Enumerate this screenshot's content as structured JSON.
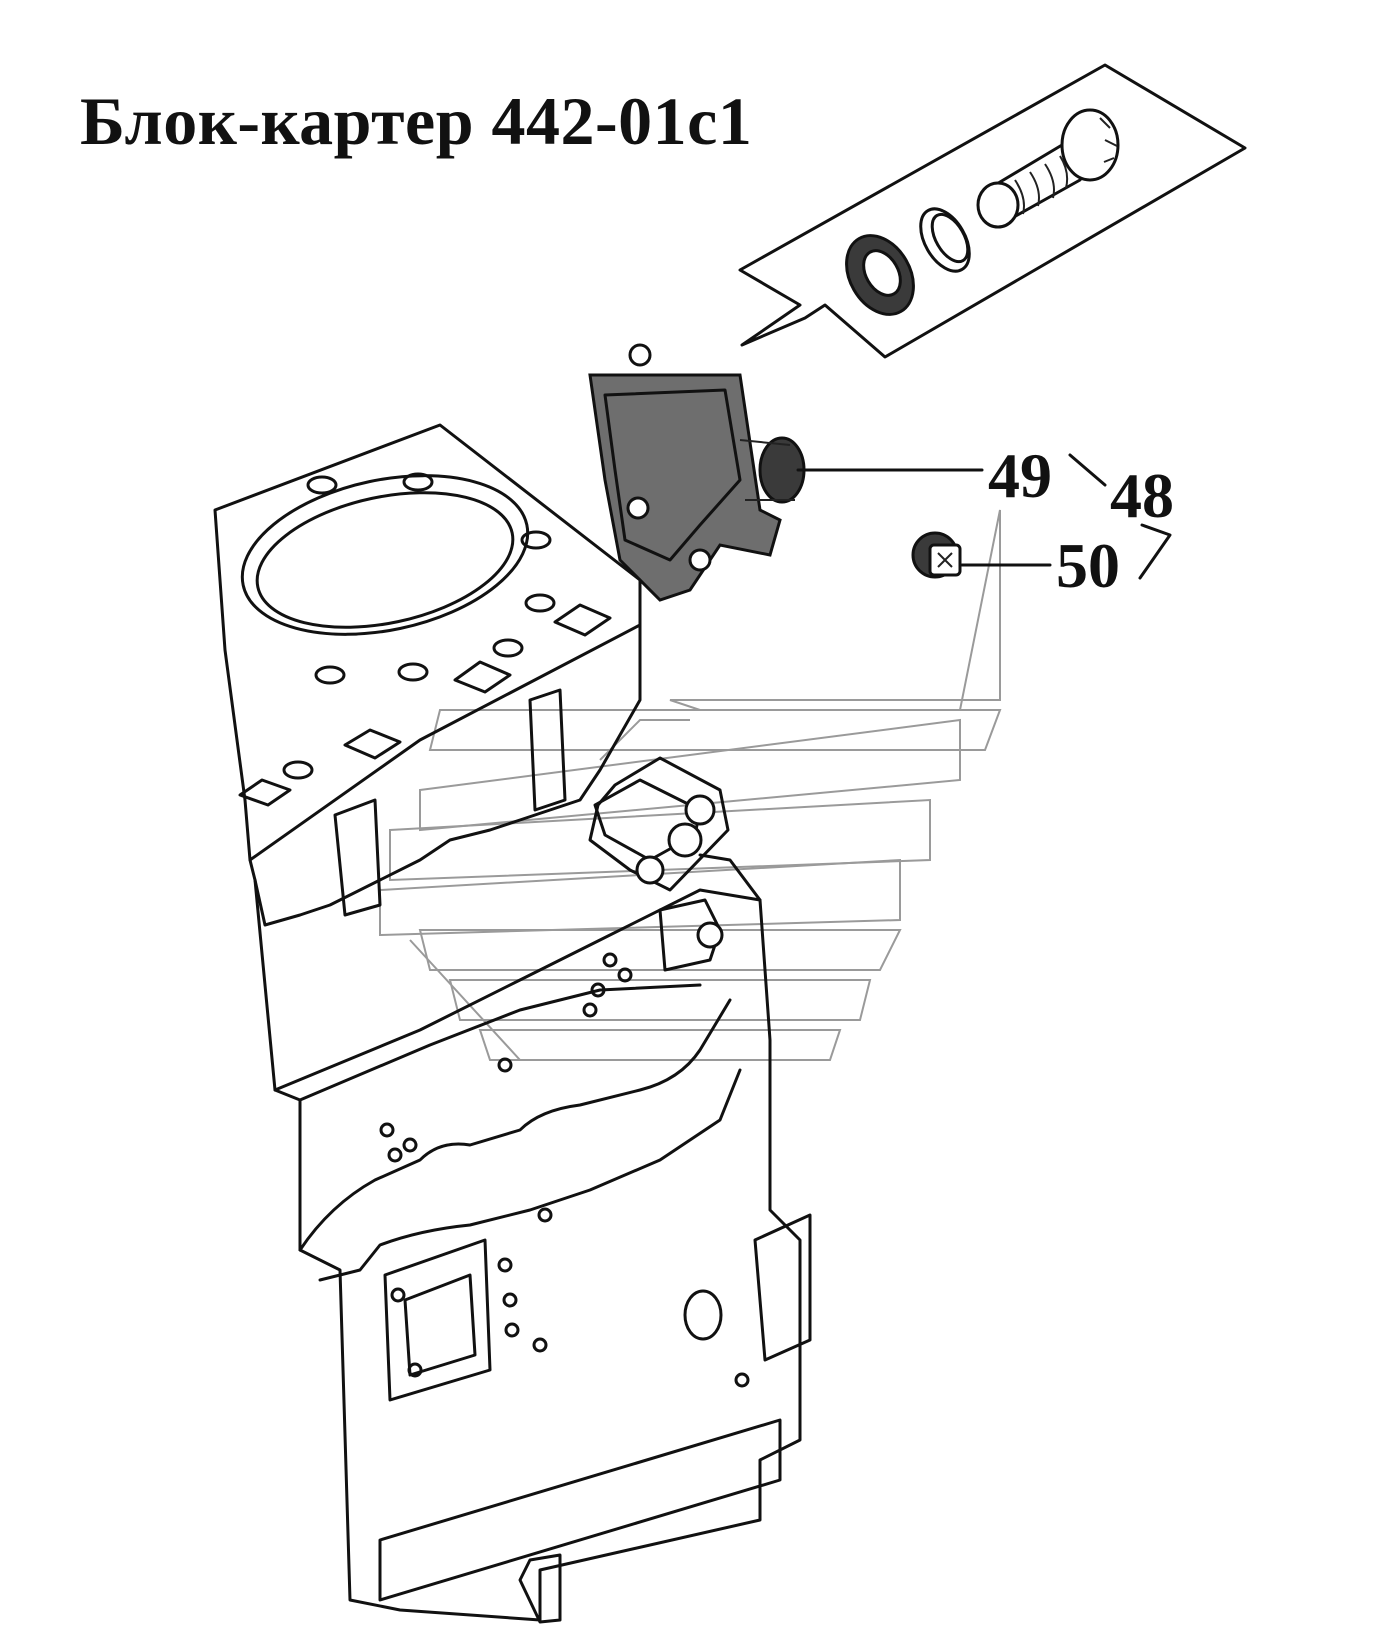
{
  "title": "Блок-картер 442-01с1",
  "callouts": {
    "p48": "48",
    "p49": "49",
    "p50": "50"
  },
  "colors": {
    "line": "#111111",
    "watermark": "#9a9a9a",
    "background": "#ffffff"
  }
}
